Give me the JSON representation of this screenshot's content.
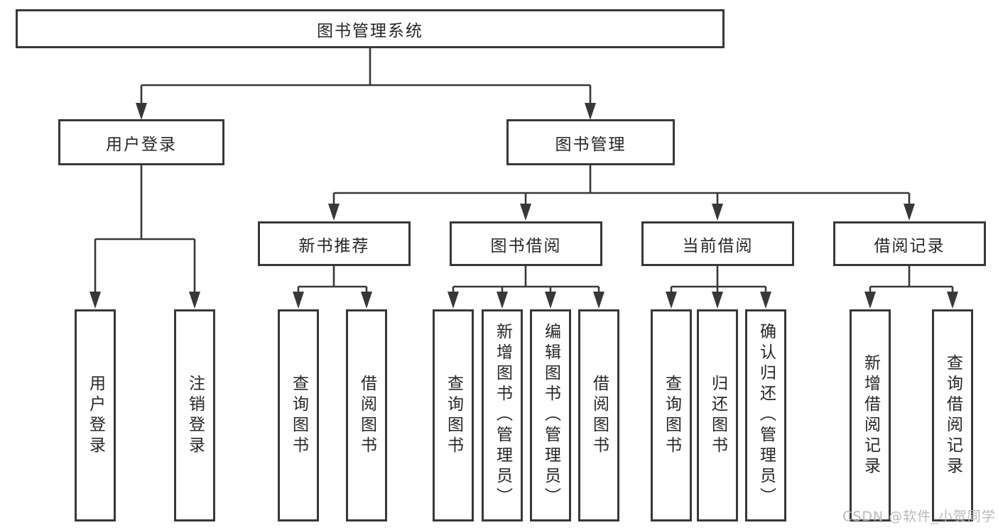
{
  "chart": {
    "root": "图书管理系统",
    "branches": [
      {
        "label": "用户登录",
        "children": [
          "用户登录",
          "注销登录"
        ]
      },
      {
        "label": "图书管理",
        "sections": [
          {
            "label": "新书推荐",
            "children": [
              "查询图书",
              "借阅图书"
            ]
          },
          {
            "label": "图书借阅",
            "children": [
              "查询图书",
              "新增图书（管理员）",
              "编辑图书（管理员）",
              "借阅图书"
            ]
          },
          {
            "label": "当前借阅",
            "children": [
              "查询图书",
              "归还图书",
              "确认归还（管理员）"
            ]
          },
          {
            "label": "借阅记录",
            "children": [
              "新增借阅记录",
              "查询借阅记录"
            ]
          }
        ]
      }
    ]
  },
  "watermark": "CSDN @软件_小贺同学",
  "colors": {
    "line": "#383838",
    "box_border": "#383838",
    "text": "#262626",
    "watermark": "#b9b9b9",
    "background": "#ffffff"
  }
}
